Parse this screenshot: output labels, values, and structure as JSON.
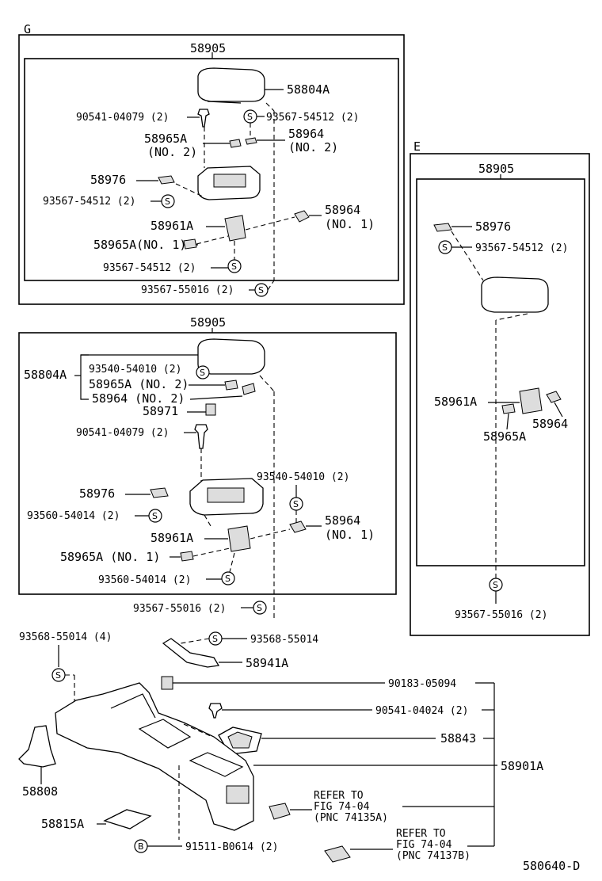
{
  "section_g": {
    "letter": "G",
    "assy": "58905",
    "parts": {
      "p58804a": "58804A",
      "p90541_04079": "90541-04079 (2)",
      "p93567_54512_top": "93567-54512 (2)",
      "p58965a_no2": "58965A",
      "p58965a_no2_sub": "(NO. 2)",
      "p58964_no2": "58964",
      "p58964_no2_sub": "(NO. 2)",
      "p58976": "58976",
      "p93567_54512_mid": "93567-54512 (2)",
      "p58961a": "58961A",
      "p58964_no1": "58964",
      "p58964_no1_sub": "(NO. 1)",
      "p58965a_no1": "58965A(NO. 1)",
      "p93567_54512_bot": "93567-54512 (2)",
      "p93567_55016": "93567-55016 (2)"
    }
  },
  "section_mid": {
    "assy": "58905",
    "parts": {
      "p58804a": "58804A",
      "p93540_54010_a": "93540-54010 (2)",
      "p58965a_no2": "58965A (NO. 2)",
      "p58964_no2": "58964 (NO. 2)",
      "p58971": "58971",
      "p90541_04079": "90541-04079 (2)",
      "p93540_54010_b": "93540-54010 (2)",
      "p58976": "58976",
      "p93560_54014_a": "93560-54014 (2)",
      "p58964_no1": "58964",
      "p58964_no1_sub": "(NO. 1)",
      "p58961a": "58961A",
      "p58965a_no1": "58965A (NO. 1)",
      "p93560_54014_b": "93560-54014 (2)",
      "p93567_55016": "93567-55016 (2)"
    }
  },
  "section_e": {
    "letter": "E",
    "assy": "58905",
    "parts": {
      "p58976": "58976",
      "p93567_54512": "93567-54512 (2)",
      "p58961a": "58961A",
      "p58964": "58964",
      "p58965a": "58965A",
      "p93567_55016": "93567-55016 (2)"
    }
  },
  "bottom": {
    "p93568_55014_4": "93568-55014 (4)",
    "p93568_55014": "93568-55014",
    "p58941a": "58941A",
    "p90183_05094": "90183-05094",
    "p90541_04024": "90541-04024 (2)",
    "p58843": "58843",
    "p58901a": "58901A",
    "p58808": "58808",
    "p58815a": "58815A",
    "ref1_line1": "REFER TO",
    "ref1_line2": "FIG 74-04",
    "ref1_line3": "(PNC 74135A)",
    "ref2_line1": "REFER TO",
    "ref2_line2": "FIG 74-04",
    "ref2_line3": "(PNC 74137B)",
    "p91511_b0614": "91511-B0614 (2)",
    "diagram_id": "580640-D"
  },
  "symbols": {
    "screw": "S",
    "bolt": "B"
  }
}
